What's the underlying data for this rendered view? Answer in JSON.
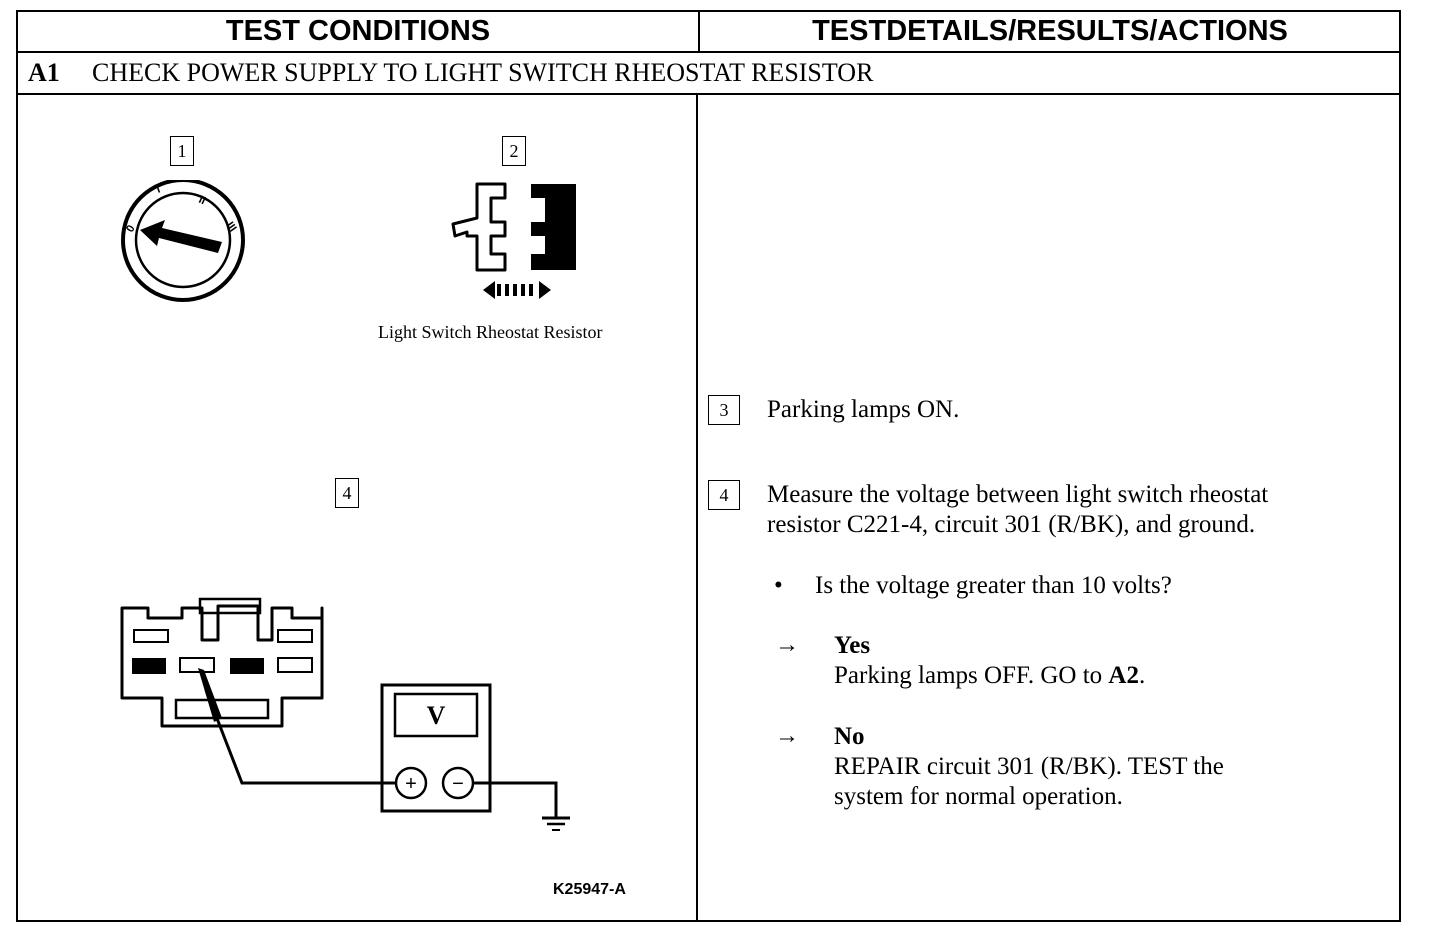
{
  "header": {
    "left_title": "TEST CONDITIONS",
    "right_title": "TESTDETAILS/RESULTS/ACTIONS"
  },
  "section": {
    "id": "A1",
    "title": "CHECK POWER SUPPLY TO LIGHT SWITCH RHEOSTAT RESISTOR"
  },
  "figures": {
    "step1_label": "1",
    "step2_label": "2",
    "step4_label": "4",
    "ignition_marks": [
      "0",
      "I",
      "II",
      "III"
    ],
    "connector_caption": "Light Switch Rheostat Resistor",
    "meter_label": "V",
    "meter_plus": "+",
    "meter_minus": "−",
    "figure_code": "K25947-A"
  },
  "steps": [
    {
      "num": "3",
      "text": "Parking lamps ON."
    },
    {
      "num": "4",
      "text_line1": "Measure the voltage between light switch rheostat",
      "text_line2": "resistor C221-4, circuit 301 (R/BK), and ground."
    }
  ],
  "question": {
    "bullet": "•",
    "text": "Is the voltage greater than 10 volts?"
  },
  "answers": {
    "arrow": "→",
    "yes": {
      "label": "Yes",
      "action_prefix": "Parking lamps OFF. GO to ",
      "action_ref": "A2",
      "action_suffix": "."
    },
    "no": {
      "label": "No",
      "line1": "REPAIR circuit 301 (R/BK). TEST the",
      "line2": "system for normal operation."
    }
  }
}
